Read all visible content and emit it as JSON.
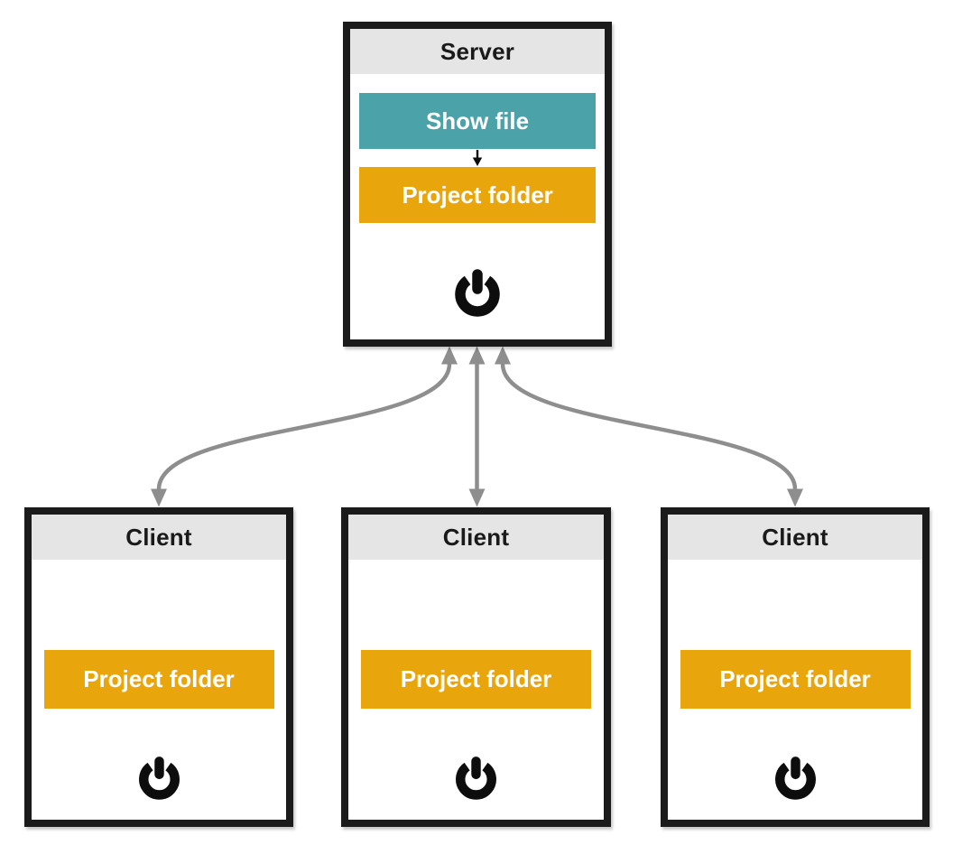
{
  "colors": {
    "accent_teal": "#4BA2A8",
    "accent_orange": "#E9A50C",
    "header_bg": "#E5E5E5",
    "node_border": "#1B1B1B",
    "arrow_gray": "#8E8E8E",
    "button_text": "#FFFFFF",
    "title_text": "#1A1A1A",
    "icon_black": "#0D0D0D"
  },
  "server": {
    "title": "Server",
    "show_file_label": "Show file",
    "project_folder_label": "Project folder"
  },
  "clients": [
    {
      "title": "Client",
      "project_folder_label": "Project folder"
    },
    {
      "title": "Client",
      "project_folder_label": "Project folder"
    },
    {
      "title": "Client",
      "project_folder_label": "Project folder"
    }
  ],
  "icons": {
    "power": "power-icon",
    "flow_arrow": "down-arrow-icon",
    "connector_arrow": "bidirectional-arrow"
  },
  "connections": [
    {
      "from": "server",
      "to": "client-1",
      "style": "bidirectional-curved"
    },
    {
      "from": "server",
      "to": "client-2",
      "style": "bidirectional-straight"
    },
    {
      "from": "server",
      "to": "client-3",
      "style": "bidirectional-curved"
    }
  ]
}
